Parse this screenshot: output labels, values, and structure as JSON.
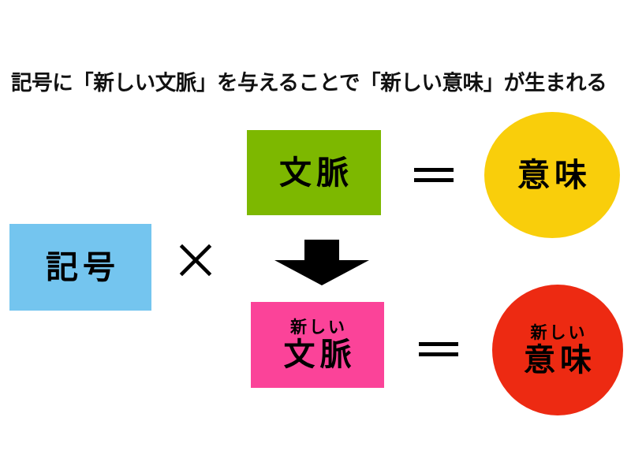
{
  "page": {
    "title": "記号に「新しい文脈」を与えることで「新しい意味」が生まれる",
    "background_color": "#FFFFFF",
    "text_color": "#000000"
  },
  "diagram": {
    "type": "equation-diagram",
    "nodes": [
      {
        "id": "sign",
        "shape": "rect",
        "label_main": "記号",
        "label_sub": "",
        "fill_color": "#74C5EF"
      },
      {
        "id": "context",
        "shape": "rect",
        "label_main": "文脈",
        "label_sub": "",
        "fill_color": "#7DB800"
      },
      {
        "id": "meaning",
        "shape": "circle",
        "label_main": "意味",
        "label_sub": "",
        "fill_color": "#F9CE0B"
      },
      {
        "id": "new-context",
        "shape": "rect",
        "label_main": "文脈",
        "label_sub": "新しい",
        "fill_color": "#FB4399"
      },
      {
        "id": "new-meaning",
        "shape": "circle",
        "label_main": "意味",
        "label_sub": "新しい",
        "fill_color": "#ED2A12"
      }
    ],
    "operators": {
      "times": "×",
      "equals_top": "=",
      "equals_bottom": "=",
      "arrow": "↓"
    }
  }
}
